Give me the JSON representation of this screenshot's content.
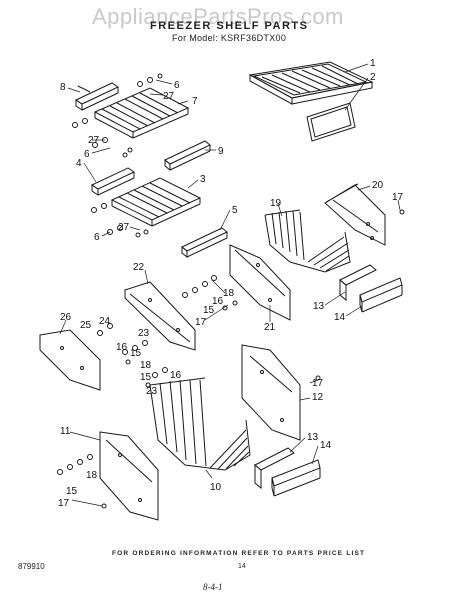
{
  "header": {
    "watermark": "AppliancePartsPros.com",
    "title": "FREEZER SHELF PARTS",
    "subtitle": "For Model: KSRF36DTX00"
  },
  "callouts": [
    {
      "id": "c1",
      "text": "1"
    },
    {
      "id": "c2",
      "text": "2"
    },
    {
      "id": "c6",
      "text": "6"
    },
    {
      "id": "c27a",
      "text": "27"
    },
    {
      "id": "c7",
      "text": "7"
    },
    {
      "id": "c8",
      "text": "8"
    },
    {
      "id": "c27b",
      "text": "27"
    },
    {
      "id": "c6b",
      "text": "6"
    },
    {
      "id": "c9",
      "text": "9"
    },
    {
      "id": "c4",
      "text": "4"
    },
    {
      "id": "c3",
      "text": "3"
    },
    {
      "id": "c5",
      "text": "5"
    },
    {
      "id": "c6c",
      "text": "6"
    },
    {
      "id": "c27c",
      "text": "27"
    },
    {
      "id": "c20",
      "text": "20"
    },
    {
      "id": "c17a",
      "text": "17"
    },
    {
      "id": "c19",
      "text": "19"
    },
    {
      "id": "c22",
      "text": "22"
    },
    {
      "id": "c18a",
      "text": "18"
    },
    {
      "id": "c16a",
      "text": "16"
    },
    {
      "id": "c15a",
      "text": "15"
    },
    {
      "id": "c17b",
      "text": "17"
    },
    {
      "id": "c21",
      "text": "21"
    },
    {
      "id": "c13a",
      "text": "13"
    },
    {
      "id": "c14a",
      "text": "14"
    },
    {
      "id": "c26",
      "text": "26"
    },
    {
      "id": "c25",
      "text": "25"
    },
    {
      "id": "c24",
      "text": "24"
    },
    {
      "id": "c23a",
      "text": "23"
    },
    {
      "id": "c16b",
      "text": "16"
    },
    {
      "id": "c15b",
      "text": "15"
    },
    {
      "id": "c18b",
      "text": "18"
    },
    {
      "id": "c15c",
      "text": "15"
    },
    {
      "id": "c16c",
      "text": "16"
    },
    {
      "id": "c23b",
      "text": "23"
    },
    {
      "id": "c17c",
      "text": "17"
    },
    {
      "id": "c12",
      "text": "12"
    },
    {
      "id": "c11",
      "text": "11"
    },
    {
      "id": "c13b",
      "text": "13"
    },
    {
      "id": "c14b",
      "text": "14"
    },
    {
      "id": "c18c",
      "text": "18"
    },
    {
      "id": "c15d",
      "text": "15"
    },
    {
      "id": "c17d",
      "text": "17"
    },
    {
      "id": "c10",
      "text": "10"
    }
  ],
  "footer": {
    "note": "FOR ORDERING INFORMATION REFER TO PARTS PRICE LIST",
    "ref_code": "879910",
    "page_number": "14",
    "sheet_id": "8-4-1"
  }
}
